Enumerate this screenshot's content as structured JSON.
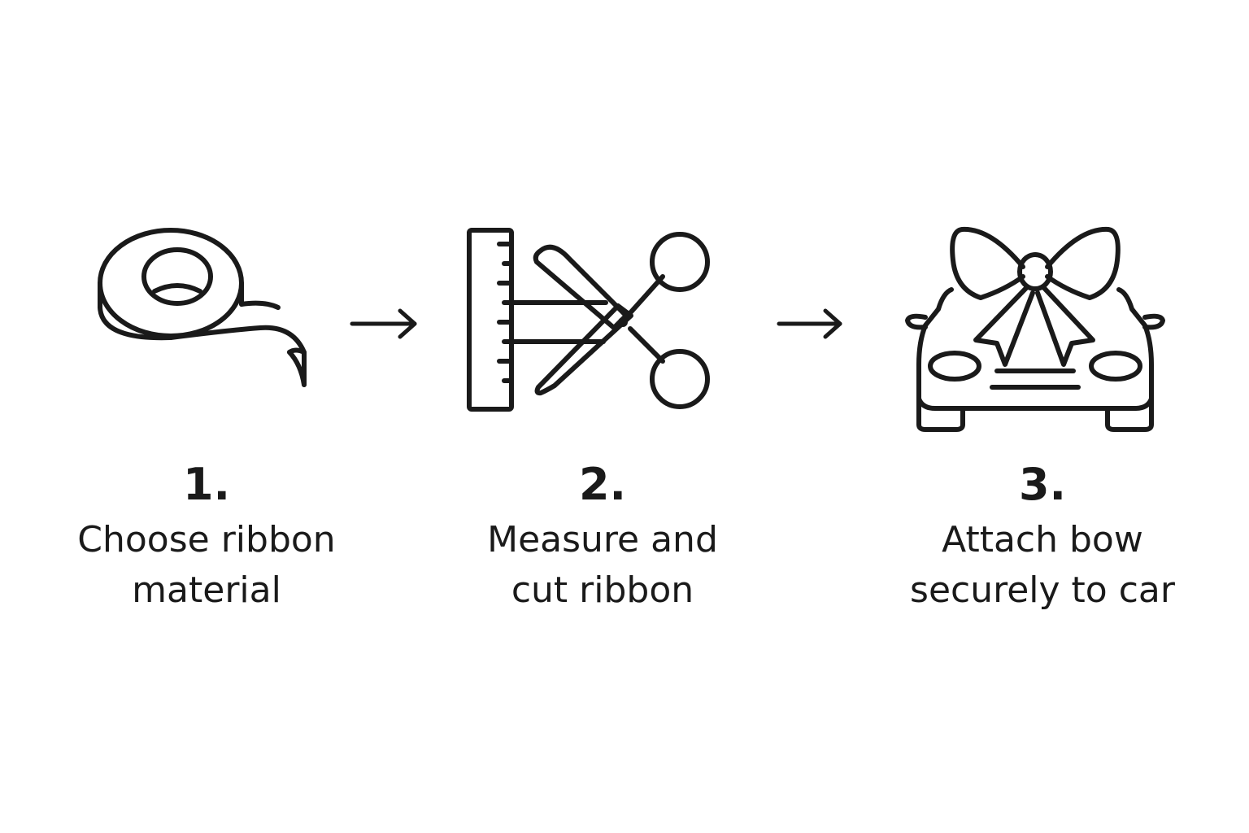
{
  "steps": [
    {
      "number": "1.",
      "label_line1": "Choose ribbon",
      "label_line2": "material",
      "icon": "ribbon-roll-icon"
    },
    {
      "number": "2.",
      "label_line1": "Measure and",
      "label_line2": "cut ribbon",
      "icon": "ruler-scissors-icon"
    },
    {
      "number": "3.",
      "label_line1": "Attach bow",
      "label_line2": "securely to car",
      "icon": "car-bow-icon"
    }
  ],
  "connector_icon": "arrow-right-icon",
  "colors": {
    "ink": "#1a1a1a",
    "background": "#ffffff"
  }
}
